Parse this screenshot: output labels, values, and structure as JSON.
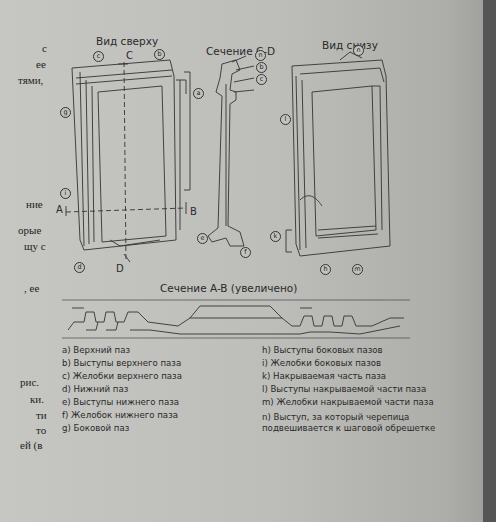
{
  "diagram": {
    "labels": [
      "Вид сверху",
      "Сечение C-D",
      "Вид снизу",
      "C",
      "D",
      "A",
      "B",
      "Сечение A-B (увеличено)",
      "a) Верхний паз",
      "b) Выступы верхнего паза",
      "c) Желобки верхнего паза",
      "d) Нижний паз",
      "e) Выступы нижнего паза",
      "f) Желобок нижнего паза",
      "g) Боковой паз",
      "h) Выступы боковых пазов",
      "i) Желобки боковых пазов",
      "k) Накрываемая часть паза",
      "l) Выступы накрываемой части паза",
      "m) Желобки накрываемой части паза",
      "n) Выступ, за который черепица подвешивается к шаговой обрешетке",
      "c",
      "b",
      "a",
      "g",
      "i",
      "d",
      "n",
      "b",
      "c",
      "e",
      "f",
      "n",
      "l",
      "k",
      "h",
      "m",
      "с",
      "ее",
      "тями,",
      "ние",
      "орые",
      "щу с",
      ", ее",
      "рис.",
      "ки.",
      "ти",
      "то",
      "ей (в"
    ]
  }
}
